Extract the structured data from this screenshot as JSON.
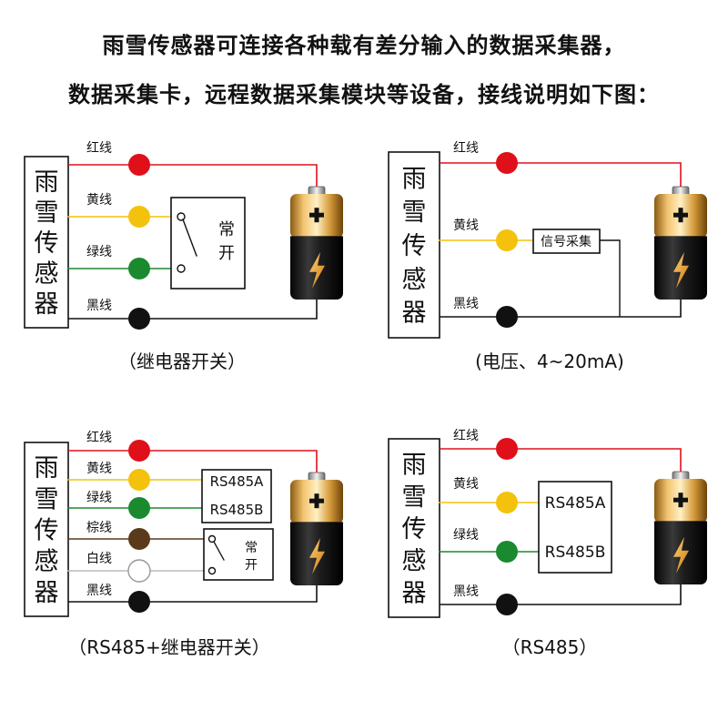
{
  "intro": {
    "line1": "雨雪传感器可连接各种载有差分输入的数据采集器，",
    "line2": "数据采集卡，远程数据采集模块等设备，接线说明如下图："
  },
  "sensor_label_chars": [
    "雨",
    "雪",
    "传",
    "感",
    "器"
  ],
  "wire_colors": {
    "red": "#e0101b",
    "yellow": "#f4c20d",
    "green": "#1b8a2f",
    "brown": "#5a3a1a",
    "white": "#ffffff",
    "black": "#111111"
  },
  "wires": {
    "red": "红线",
    "yellow": "黄线",
    "green": "绿线",
    "brown": "棕线",
    "white": "白线",
    "black": "黑线"
  },
  "diagrams": {
    "relay": {
      "box_label": "常开",
      "caption": "（继电器开关）"
    },
    "analog": {
      "box_label": "信号采集",
      "caption": "(电压、4~20mA)"
    },
    "rs485_relay": {
      "box_a": "RS485A",
      "box_b": "RS485B",
      "relay_label": "常开",
      "caption": "（RS485+继电器开关）"
    },
    "rs485": {
      "box_a": "RS485A",
      "box_b": "RS485B",
      "caption": "（RS485）"
    }
  },
  "icons": {
    "battery": "battery-icon",
    "bolt": "lightning-bolt-icon",
    "plus": "plus-icon"
  }
}
